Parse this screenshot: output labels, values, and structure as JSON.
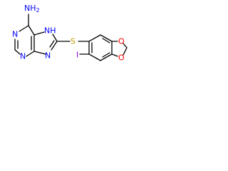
{
  "molecule": {
    "atoms": {
      "amine_nh2": {
        "text": "NH2",
        "color": "#0000ff"
      },
      "nh_imidazole": {
        "text": "NH",
        "color": "#0000ff"
      },
      "n_pyrimidine_upper": {
        "text": "N",
        "color": "#0000ff"
      },
      "n_pyrimidine_lower": {
        "text": "N",
        "color": "#0000ff"
      },
      "n_imidazole_lower": {
        "text": "N",
        "color": "#0000ff"
      },
      "sulfur": {
        "text": "S",
        "color": "#c8a000"
      },
      "iodine": {
        "text": "I",
        "color": "#9400d3"
      },
      "oxygen_upper": {
        "text": "O",
        "color": "#ff0000"
      },
      "oxygen_lower": {
        "text": "O",
        "color": "#ff0000"
      }
    },
    "colors": {
      "bond": "#000000",
      "background": "#ffffff"
    }
  }
}
